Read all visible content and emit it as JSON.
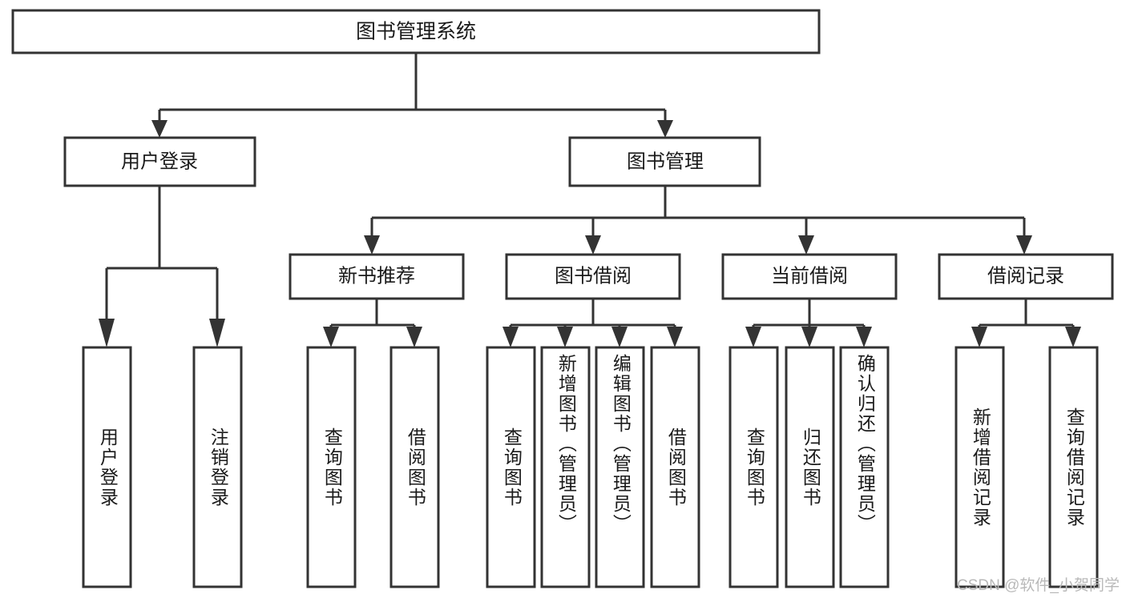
{
  "diagram": {
    "type": "tree",
    "title": "图书管理系统",
    "background_color": "#ffffff",
    "box_fill": "#ffffff",
    "box_border_color": "#333333",
    "text_color": "#1a1a1a",
    "root": {
      "id": "root",
      "label": "图书管理系统",
      "orientation": "horizontal"
    },
    "level2": [
      {
        "id": "user-login",
        "label": "用户登录",
        "orientation": "horizontal"
      },
      {
        "id": "book-manage",
        "label": "图书管理",
        "orientation": "horizontal"
      }
    ],
    "level3": [
      {
        "id": "new-book-rec",
        "label": "新书推荐",
        "orientation": "horizontal",
        "parent": "book-manage"
      },
      {
        "id": "book-borrow",
        "label": "图书借阅",
        "orientation": "horizontal",
        "parent": "book-manage"
      },
      {
        "id": "current-borrow",
        "label": "当前借阅",
        "orientation": "horizontal",
        "parent": "book-manage"
      },
      {
        "id": "borrow-record",
        "label": "借阅记录",
        "orientation": "horizontal",
        "parent": "book-manage"
      }
    ],
    "leaves": [
      {
        "id": "leaf-user-login",
        "label": "用户登录",
        "orientation": "vertical",
        "parent": "user-login"
      },
      {
        "id": "leaf-user-logout",
        "label": "注销登录",
        "orientation": "vertical",
        "parent": "user-login"
      },
      {
        "id": "leaf-query-book-1",
        "label": "查询图书",
        "orientation": "vertical",
        "parent": "new-book-rec"
      },
      {
        "id": "leaf-borrow-book-1",
        "label": "借阅图书",
        "orientation": "vertical",
        "parent": "new-book-rec"
      },
      {
        "id": "leaf-query-book-2",
        "label": "查询图书",
        "orientation": "vertical",
        "parent": "book-borrow"
      },
      {
        "id": "leaf-add-book",
        "label": "新增图书（管理员）",
        "orientation": "vertical",
        "parent": "book-borrow"
      },
      {
        "id": "leaf-edit-book",
        "label": "编辑图书（管理员）",
        "orientation": "vertical",
        "parent": "book-borrow"
      },
      {
        "id": "leaf-borrow-book-2",
        "label": "借阅图书",
        "orientation": "vertical",
        "parent": "book-borrow"
      },
      {
        "id": "leaf-query-book-3",
        "label": "查询图书",
        "orientation": "vertical",
        "parent": "current-borrow"
      },
      {
        "id": "leaf-return-book",
        "label": "归还图书",
        "orientation": "vertical",
        "parent": "current-borrow"
      },
      {
        "id": "leaf-confirm-return",
        "label": "确认归还（管理员）",
        "orientation": "vertical",
        "parent": "current-borrow"
      },
      {
        "id": "leaf-add-record",
        "label": "新增借阅记录",
        "orientation": "vertical",
        "parent": "borrow-record"
      },
      {
        "id": "leaf-query-record",
        "label": "查询借阅记录",
        "orientation": "vertical",
        "parent": "borrow-record"
      }
    ]
  },
  "watermark": {
    "text": "CSDN @软件_小贺同学"
  }
}
